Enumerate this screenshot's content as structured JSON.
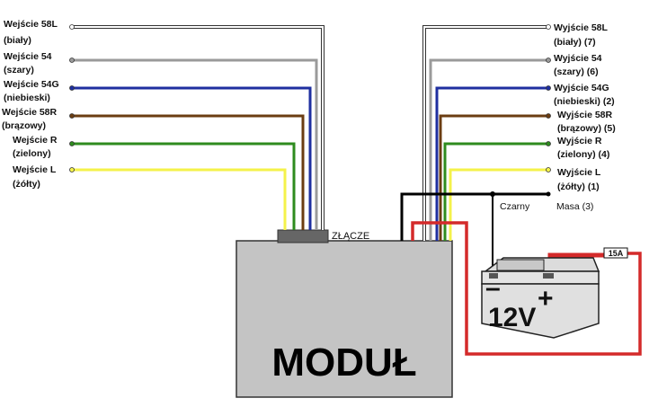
{
  "inputs": [
    {
      "line1": "Wejście 58L",
      "line2": "(biały)",
      "color": "#ffffff"
    },
    {
      "line1": "Wejście 54",
      "line2": "(szary)",
      "color": "#9a9a9a"
    },
    {
      "line1": "Wejście 54G",
      "line2": "(niebieski)",
      "color": "#1f2fa0"
    },
    {
      "line1": "Wejście 58R",
      "line2": "(brązowy)",
      "color": "#6b3d12"
    },
    {
      "line1": "Wejście R",
      "line2": "(zielony)",
      "color": "#2e8b1e"
    },
    {
      "line1": "Wejście L",
      "line2": "(żółty)",
      "color": "#f4f24a"
    }
  ],
  "outputs": [
    {
      "line1": "Wyjście 58L",
      "line2": "(biały) (7)",
      "color": "#ffffff"
    },
    {
      "line1": "Wyjście 54",
      "line2": "(szary) (6)",
      "color": "#9a9a9a"
    },
    {
      "line1": "Wyjście 54G",
      "line2": "(niebieski) (2)",
      "color": "#1f2fa0"
    },
    {
      "line1": "Wyjście 58R",
      "line2": "(brązowy) (5)",
      "color": "#6b3d12"
    },
    {
      "line1": "Wyjście R",
      "line2": "(zielony) (4)",
      "color": "#2e8b1e"
    },
    {
      "line1": "Wyjście L",
      "line2": "(żółty) (1)",
      "color": "#f4f24a"
    }
  ],
  "ground": {
    "wire_label": "Czarny",
    "terminal_label": "Masa (3)",
    "color": "#000000"
  },
  "connector_label": "ZŁĄCZE",
  "module_label": "MODUŁ",
  "battery": {
    "label": "12V",
    "plus": "+",
    "minus": "–"
  },
  "fuse_label": "15A",
  "power_wire_color": "#d42a2a"
}
